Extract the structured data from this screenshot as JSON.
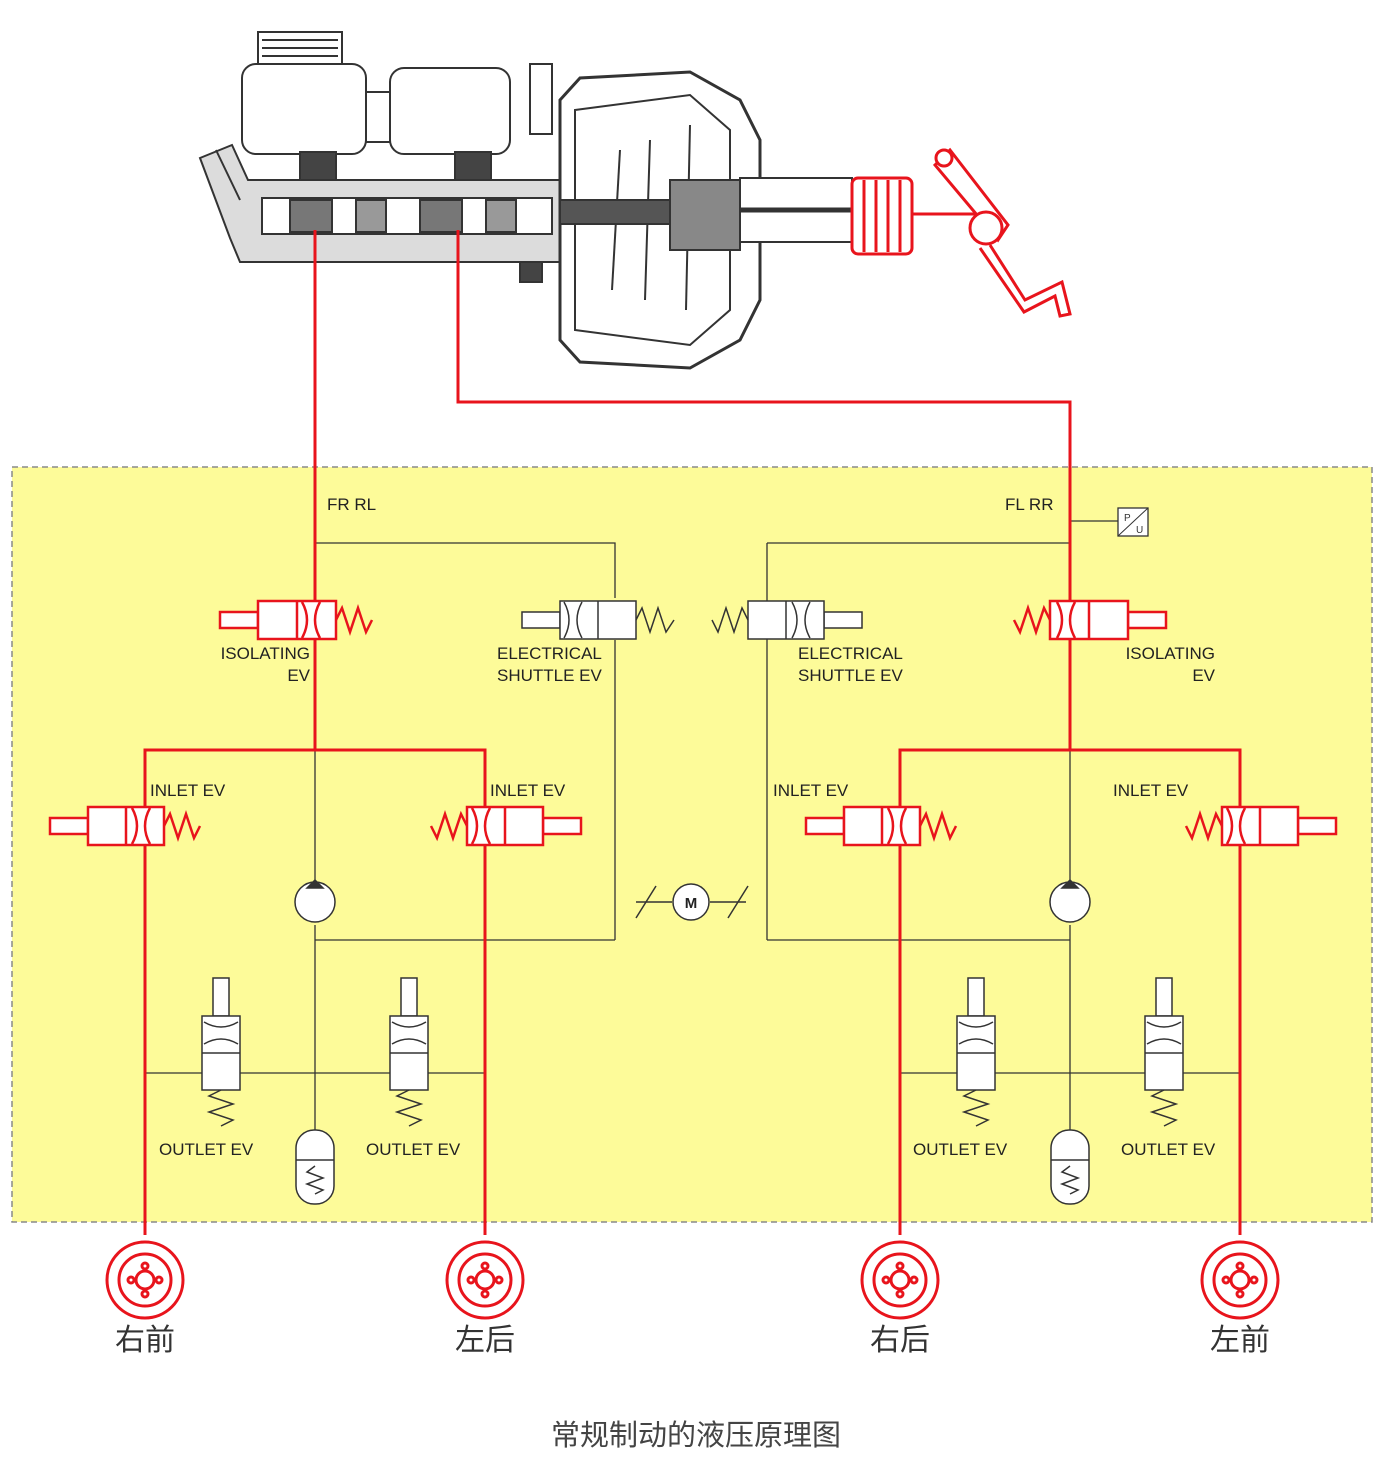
{
  "diagram": {
    "caption": "常规制动的液压原理图",
    "circuit_labels": {
      "left": "FR RL",
      "right": "FL RR"
    },
    "valve_labels": {
      "isolating": [
        "ISOLATING",
        "EV"
      ],
      "shuttle": [
        "ELECTRICAL",
        "SHUTTLE EV"
      ],
      "inlet": "INLET EV",
      "outlet": "OUTLET EV"
    },
    "motor_label": "M",
    "sensor_label": "P/U",
    "wheels": [
      "右前",
      "左后",
      "右后",
      "左前"
    ],
    "colors": {
      "hydraulic_line": "#e8141c",
      "module_fill": "#fdfb99",
      "module_border": "#8a8a8a",
      "line": "#333333"
    }
  }
}
